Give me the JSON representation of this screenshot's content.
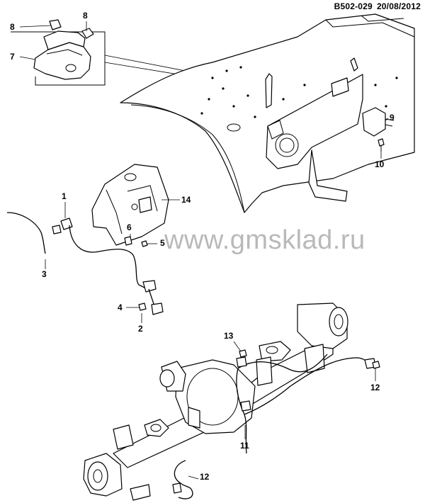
{
  "header": {
    "code": "B502-029",
    "date": "20/08/2012"
  },
  "watermark": "www.gmsklad.ru",
  "callouts": [
    {
      "id": "c8a",
      "text": "8"
    },
    {
      "id": "c8b",
      "text": "8"
    },
    {
      "id": "c7",
      "text": "7"
    },
    {
      "id": "c9",
      "text": "9"
    },
    {
      "id": "c10",
      "text": "10"
    },
    {
      "id": "c1",
      "text": "1"
    },
    {
      "id": "c14",
      "text": "14"
    },
    {
      "id": "c6",
      "text": "6"
    },
    {
      "id": "c5",
      "text": "5"
    },
    {
      "id": "c3",
      "text": "3"
    },
    {
      "id": "c4",
      "text": "4"
    },
    {
      "id": "c2",
      "text": "2"
    },
    {
      "id": "c13",
      "text": "13"
    },
    {
      "id": "c12a",
      "text": "12"
    },
    {
      "id": "c11",
      "text": "11"
    },
    {
      "id": "c12b",
      "text": "12"
    }
  ]
}
